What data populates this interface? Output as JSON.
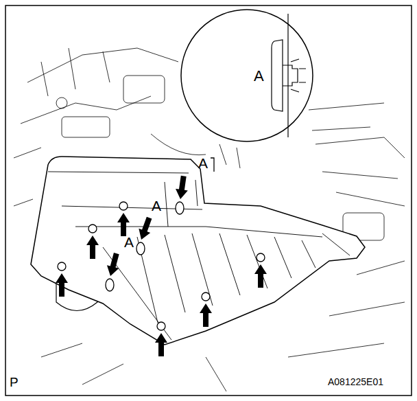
{
  "diagram": {
    "labels": [
      "A",
      "A",
      "A",
      "A",
      "P",
      "A081225E01"
    ]
  }
}
